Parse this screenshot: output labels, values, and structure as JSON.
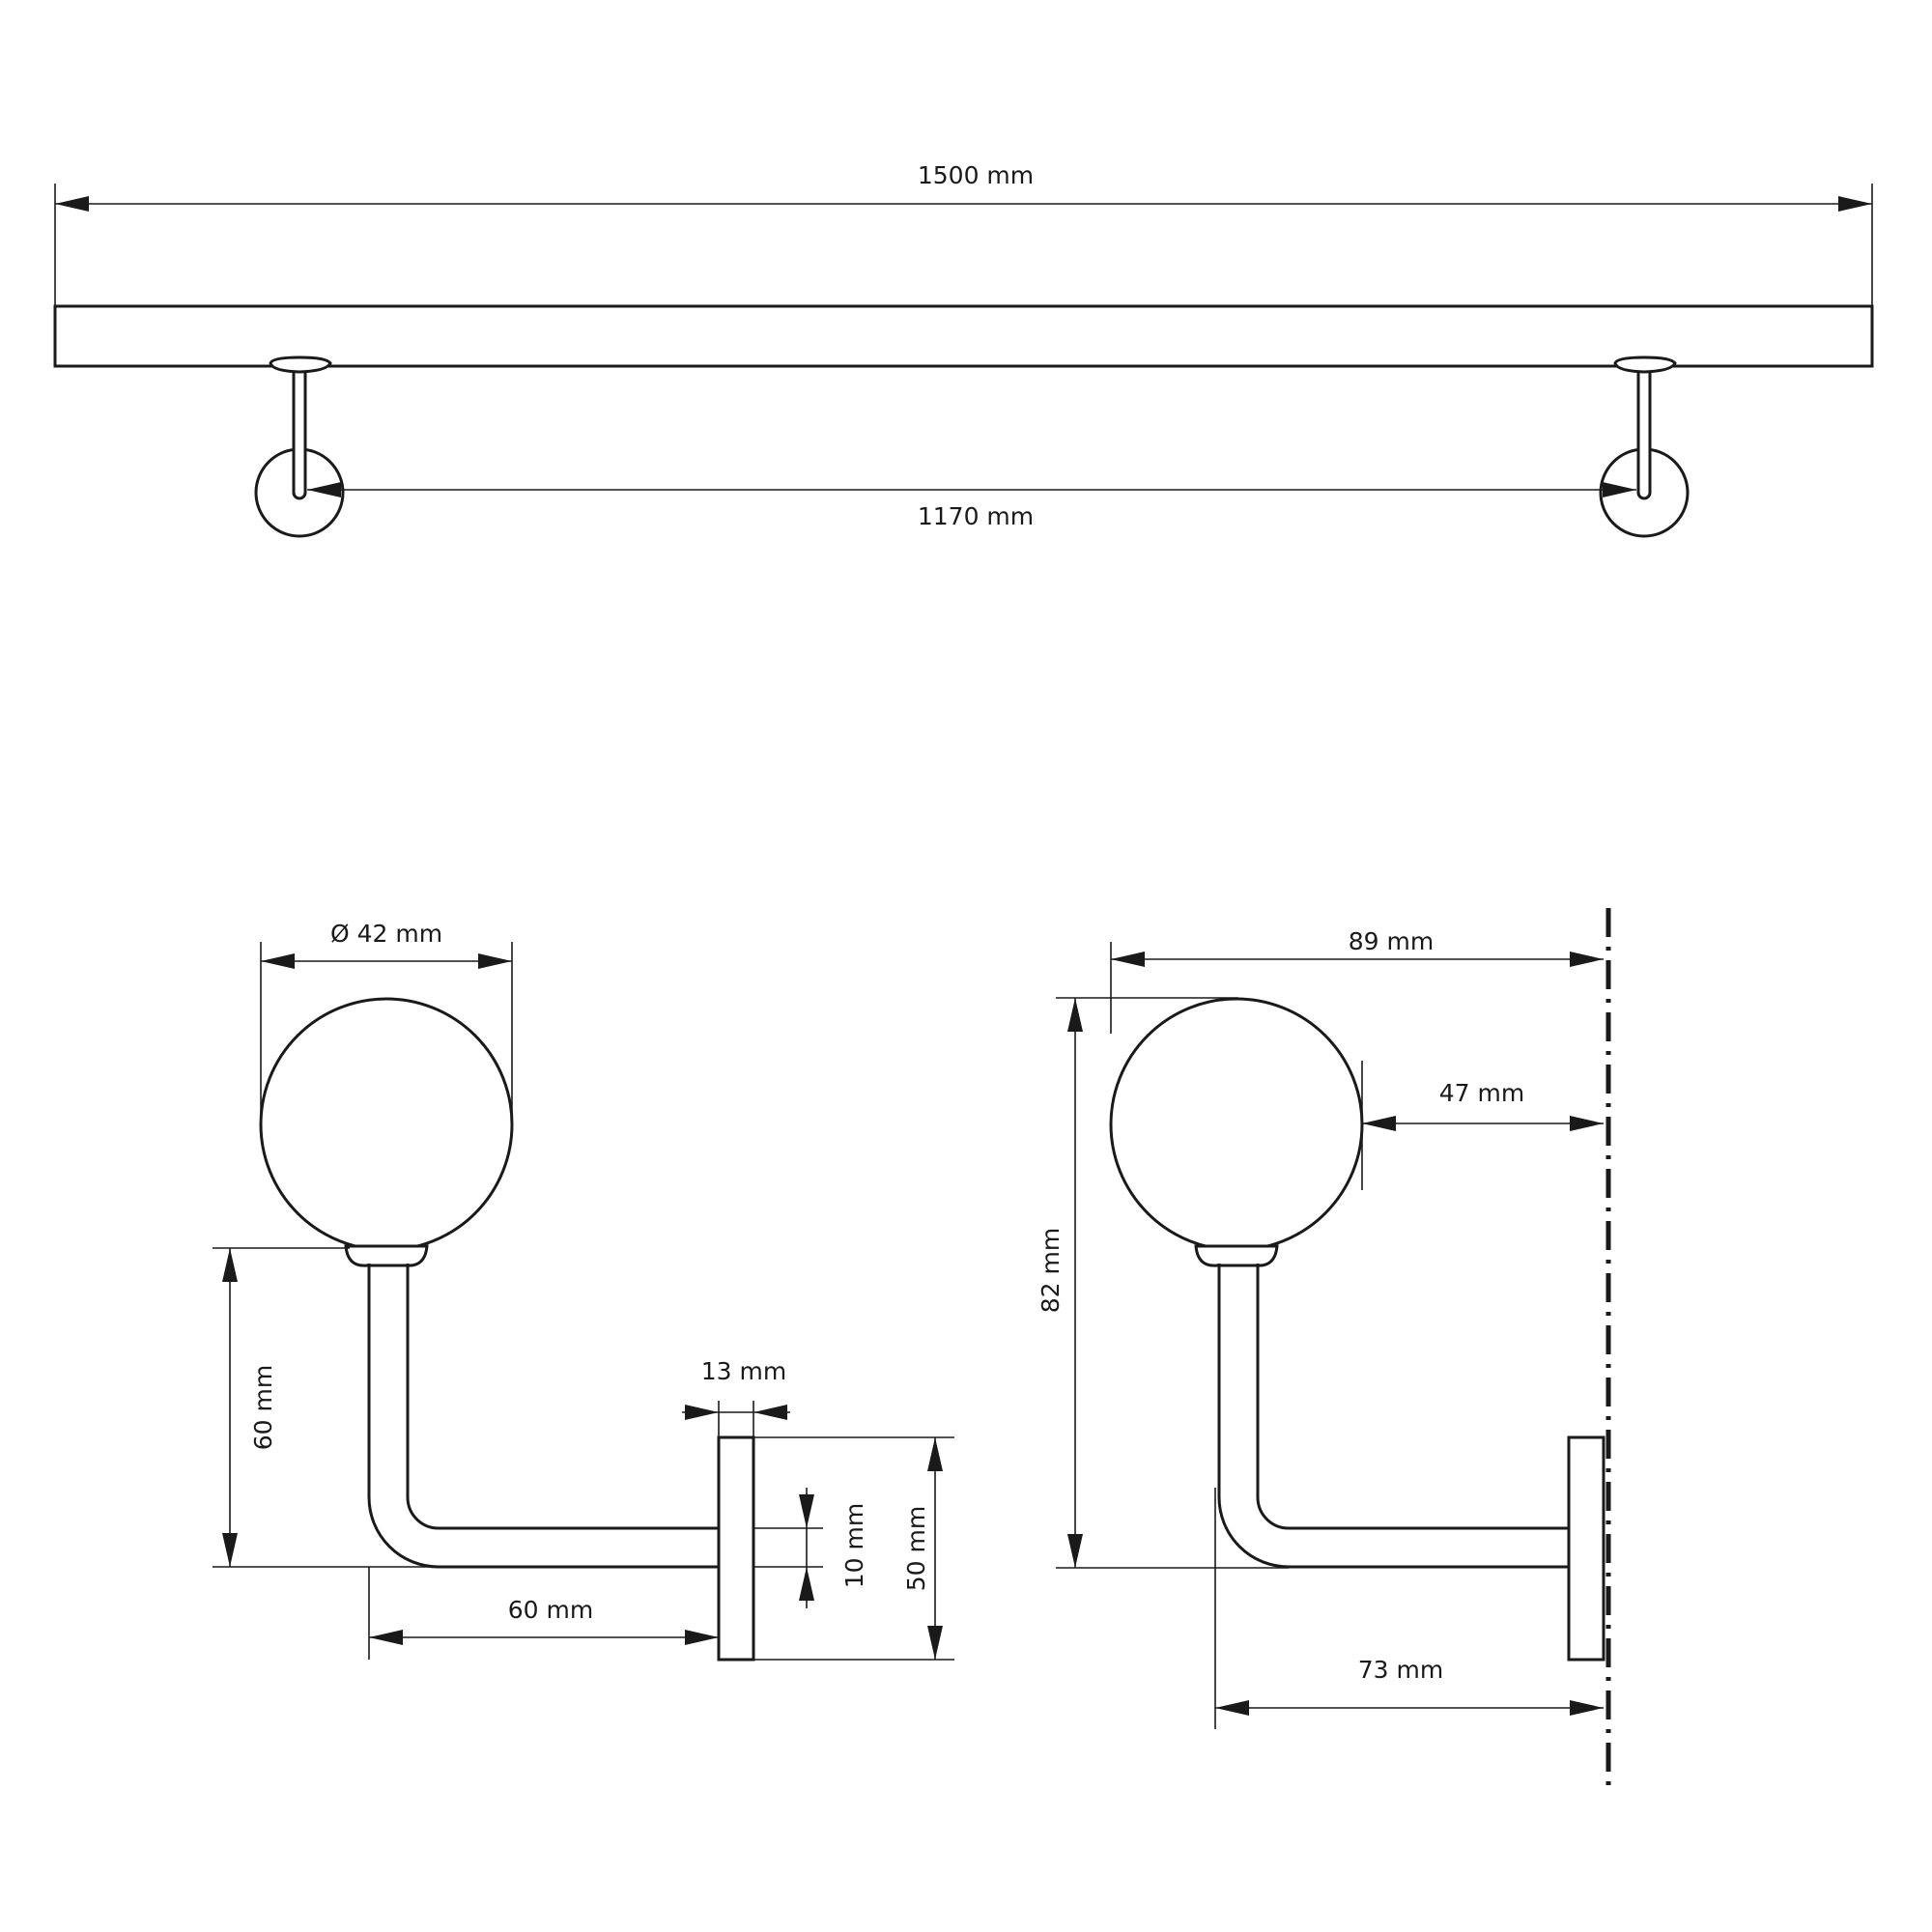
{
  "top_view": {
    "total_length": "1500 mm",
    "bracket_spacing": "1170 mm"
  },
  "side_view": {
    "rail_diameter": "Ø 42 mm",
    "bracket_height": "60 mm",
    "bracket_reach": "60 mm",
    "plate_thickness": "13 mm",
    "rod_thickness": "10 mm",
    "plate_height": "50 mm"
  },
  "wall_view": {
    "rail_to_wall_outer": "89 mm",
    "rail_to_wall_gap": "47 mm",
    "total_height": "82 mm",
    "bracket_to_wall": "73 mm"
  },
  "colors": {
    "line": "#1a1a1a",
    "background": "#ffffff"
  }
}
